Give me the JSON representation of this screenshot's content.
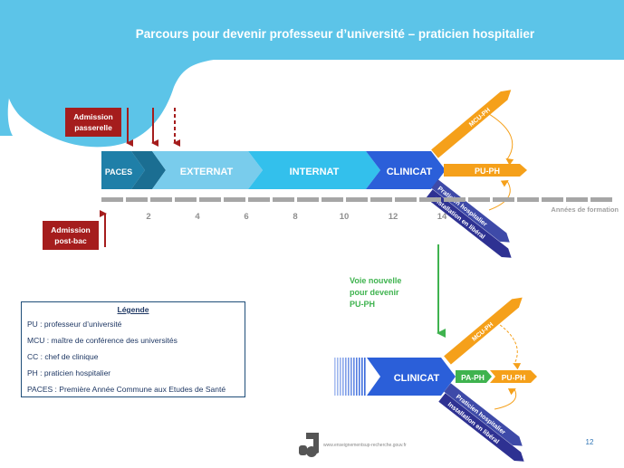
{
  "slide": {
    "title": "Parcours pour devenir professeur d’université – praticien hospitalier",
    "page_number": "12",
    "footer_url": "www.enseignementsup-recherche.gouv.fr",
    "colors": {
      "header_blue": "#5cc4e8",
      "dark_red": "#a51d1d",
      "green": "#3fb34f",
      "orange": "#f5a01a",
      "navy": "#2e3192"
    }
  },
  "top_path": {
    "admission_passerelle": "Admission passerelle",
    "admission_postbac": "Admission post-bac",
    "stages": {
      "paces": "PACES",
      "externat": "EXTERNAT",
      "internat": "INTERNAT",
      "clinicat": "CLINICAT"
    },
    "branches": {
      "mcu_ph": "MCU-PH",
      "pu_ph": "PU-PH",
      "praticien_hospitalier": "Praticien hospitalier",
      "installation_liberal": "Installation en libéral"
    },
    "timeline": {
      "ticks": [
        "2",
        "4",
        "6",
        "8",
        "10",
        "12",
        "14"
      ],
      "label": "Années de formation"
    }
  },
  "new_path": {
    "label": "Voie nouvelle pour devenir PU-PH",
    "clinicat": "CLINICAT",
    "pa_ph": "PA-PH",
    "pu_ph": "PU-PH",
    "mcu_ph": "MCU-PH",
    "praticien_hospitalier": "Praticien hospitalier",
    "installation_liberal": "Installation en libéral"
  },
  "legend": {
    "title": "Légende",
    "items": [
      "PU : professeur d’université",
      "MCU : maître de conférence des universités",
      "CC : chef de clinique",
      "PH : praticien hospitalier",
      "PACES : Première Année Commune aux Etudes de Santé"
    ]
  }
}
